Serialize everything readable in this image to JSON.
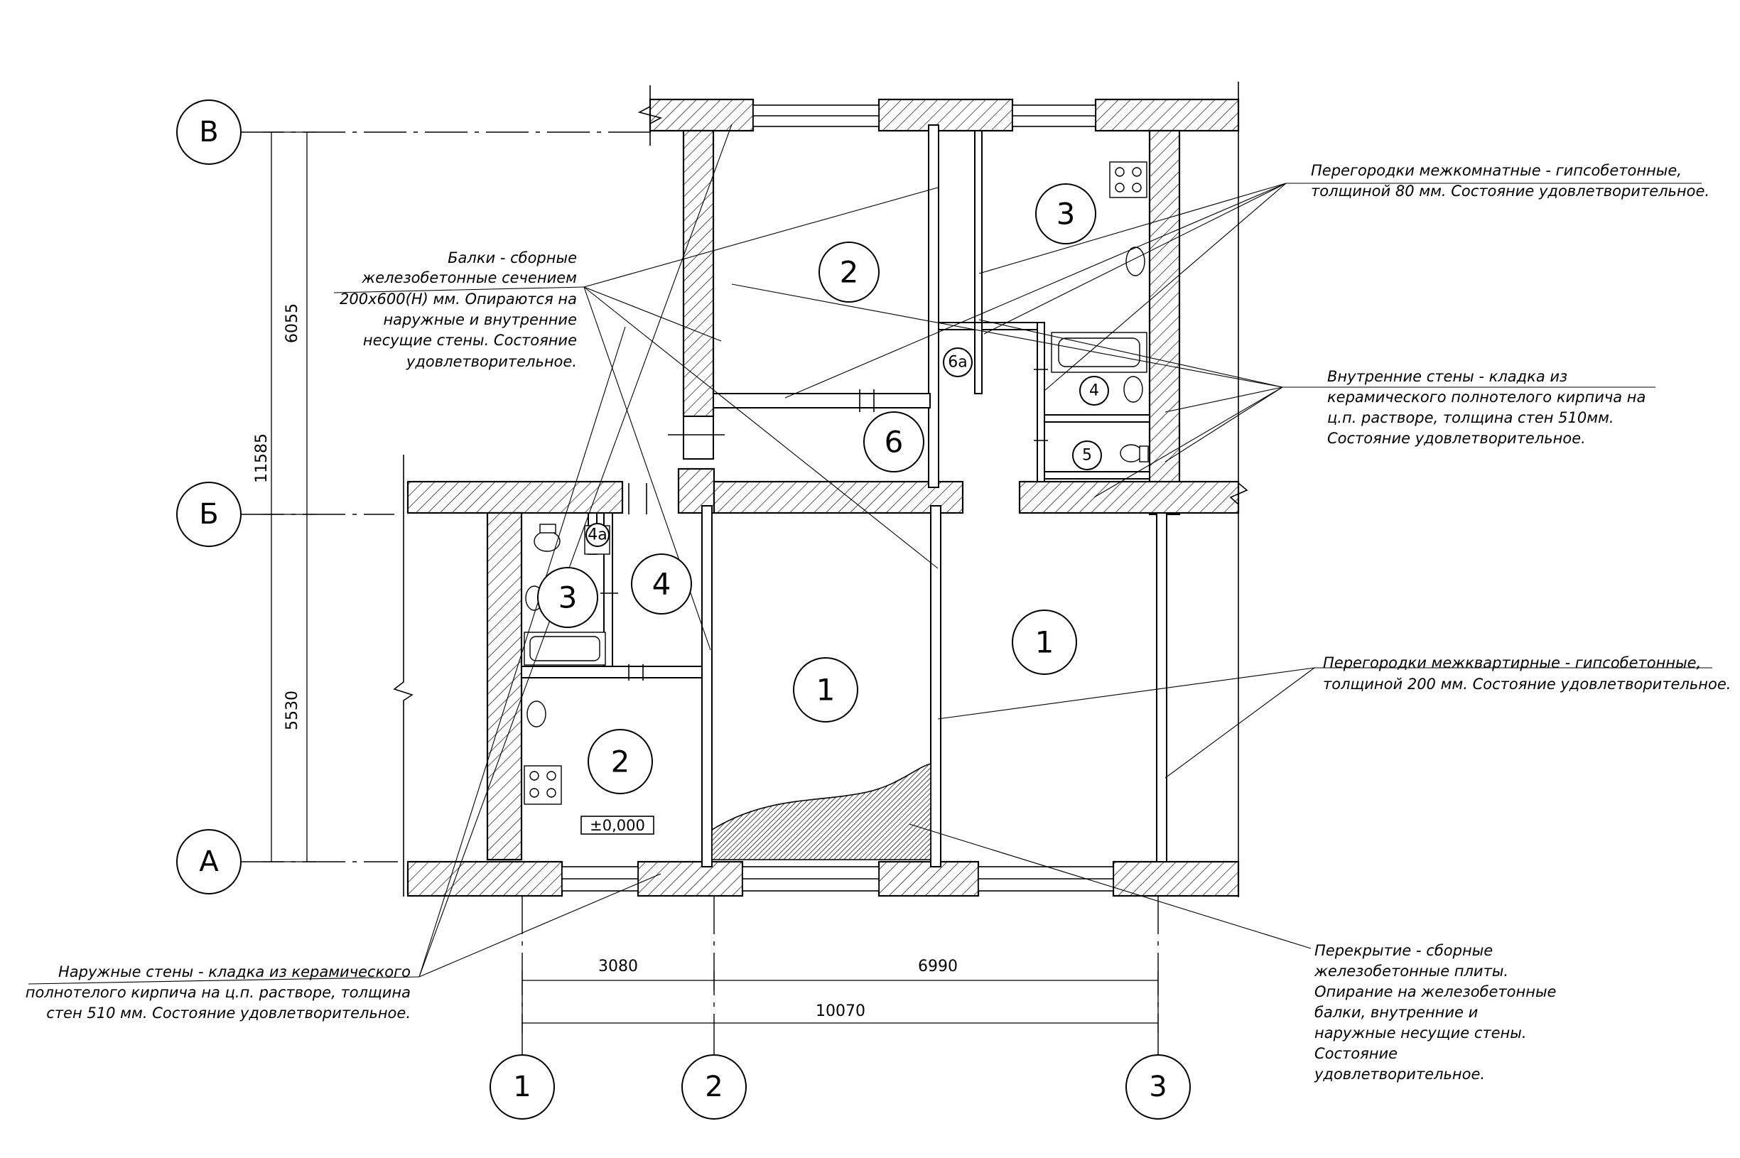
{
  "axes": {
    "rows": [
      "В",
      "Б",
      "А"
    ],
    "cols": [
      "1",
      "2",
      "3"
    ]
  },
  "dimensions": {
    "vertical_total": "11585",
    "vertical_upper": "6055",
    "vertical_lower": "5530",
    "horizontal_left": "3080",
    "horizontal_right": "6990",
    "horizontal_total": "10070"
  },
  "rooms": {
    "upper_3": "3",
    "upper_2": "2",
    "upper_6a": "6а",
    "upper_4": "4",
    "upper_5": "5",
    "upper_6": "6",
    "lower_4a": "4а",
    "lower_3": "3",
    "lower_4": "4",
    "lower_1_left": "1",
    "lower_1_right": "1",
    "lower_2": "2"
  },
  "level_mark": "±0,000",
  "notes": {
    "beams": [
      "Балки - сборные",
      "железобетонные сечением",
      "200х600(Н) мм. Опираются на",
      "наружные и внутренние",
      "несущие стены. Состояние",
      "удовлетворительное."
    ],
    "partitions_room": [
      "Перегородки межкомнатные - гипсобетонные,",
      "толщиной 80 мм. Состояние удовлетворительное."
    ],
    "inner_walls": [
      "Внутренние стены - кладка из",
      "керамического полнотелого  кирпича на",
      "ц.п. растворе, толщина  стен 510мм.",
      "Состояние удовлетворительное."
    ],
    "partitions_apartment": [
      "Перегородки межквартирные - гипсобетонные,",
      "толщиной 200 мм. Состояние удовлетворительное."
    ],
    "outer_walls": [
      "Наружные стены - кладка из керамического",
      "полнотелого  кирпича на ц.п. растворе, толщина",
      "стен 510 мм. Состояние удовлетворительное."
    ],
    "slabs": [
      "Перекрытие - сборные",
      "железобетонные плиты.",
      "Опирание на железобетонные",
      "балки, внутренние и",
      "наружные несущие стены.",
      "Состояние",
      "удовлетворительное."
    ]
  }
}
